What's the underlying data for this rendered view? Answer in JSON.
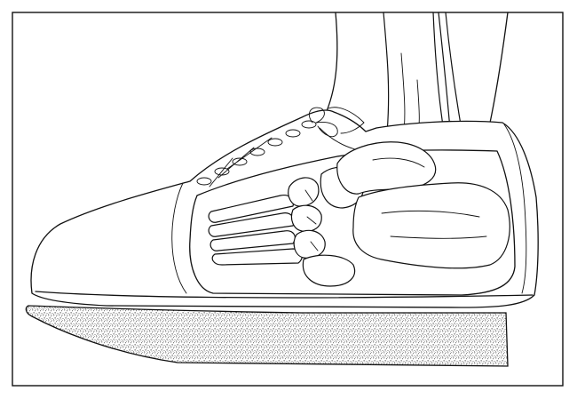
{
  "figure": {
    "description_shown": false,
    "colors": {
      "ink": "#111111",
      "paper": "#ffffff",
      "speckle": "#2a2a2a"
    },
    "icons": [
      "frame",
      "leg",
      "shoe",
      "laces",
      "foot-bones",
      "heel-lift-pad"
    ]
  }
}
